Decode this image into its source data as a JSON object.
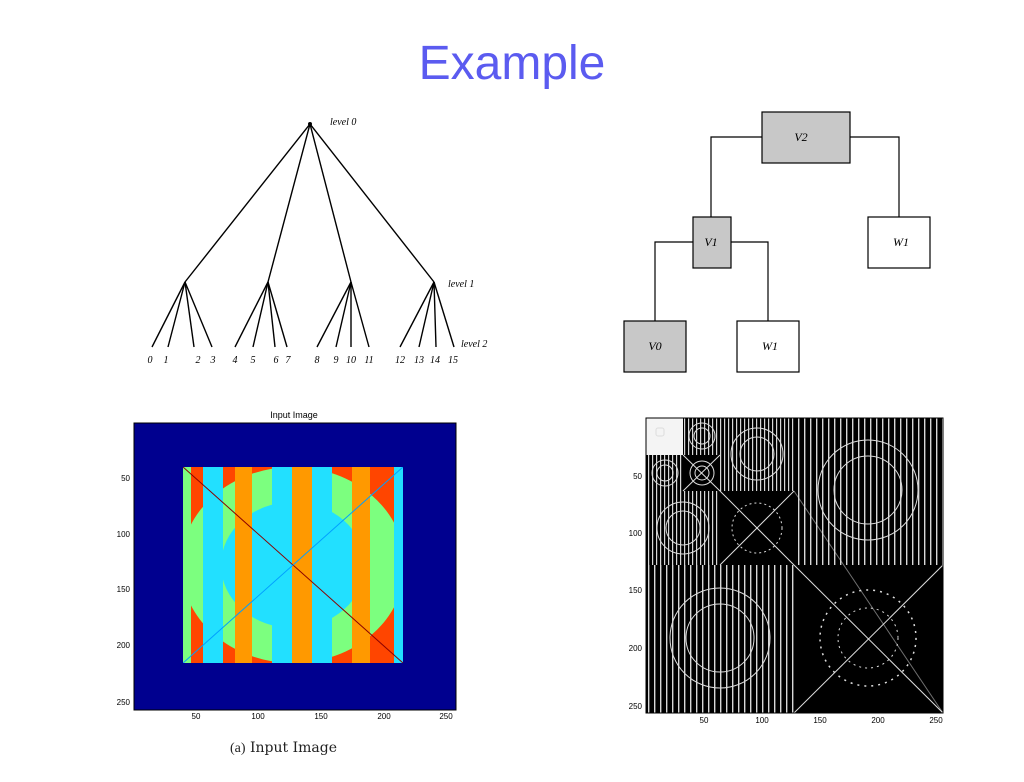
{
  "slide_title": "Example",
  "tree": {
    "level_labels": [
      "level 0",
      "level 1",
      "level 2"
    ],
    "leaf_labels": [
      "0",
      "1",
      "2",
      "3",
      "4",
      "5",
      "6",
      "7",
      "8",
      "9",
      "10",
      "11",
      "12",
      "13",
      "14",
      "15"
    ]
  },
  "decomposition_tree": {
    "nodes": [
      "V2",
      "V1",
      "W1",
      "V0",
      "W1"
    ],
    "shaded_color": "#c8c8c8"
  },
  "input_image": {
    "title": "Input Image",
    "y_ticks": [
      "50",
      "100",
      "150",
      "200",
      "250"
    ],
    "x_ticks": [
      "50",
      "100",
      "150",
      "200",
      "250"
    ],
    "colors": {
      "background": "#00008f",
      "orange_red": "#ff3c00",
      "green": "#7fff80",
      "cyan": "#00ffff",
      "orange": "#ffa000"
    }
  },
  "wavelet_image": {
    "y_ticks": [
      "50",
      "100",
      "150",
      "200",
      "250"
    ],
    "x_ticks": [
      "50",
      "100",
      "150",
      "200",
      "250"
    ]
  },
  "caption": {
    "prefix": "(a)",
    "text": "Input Image"
  }
}
